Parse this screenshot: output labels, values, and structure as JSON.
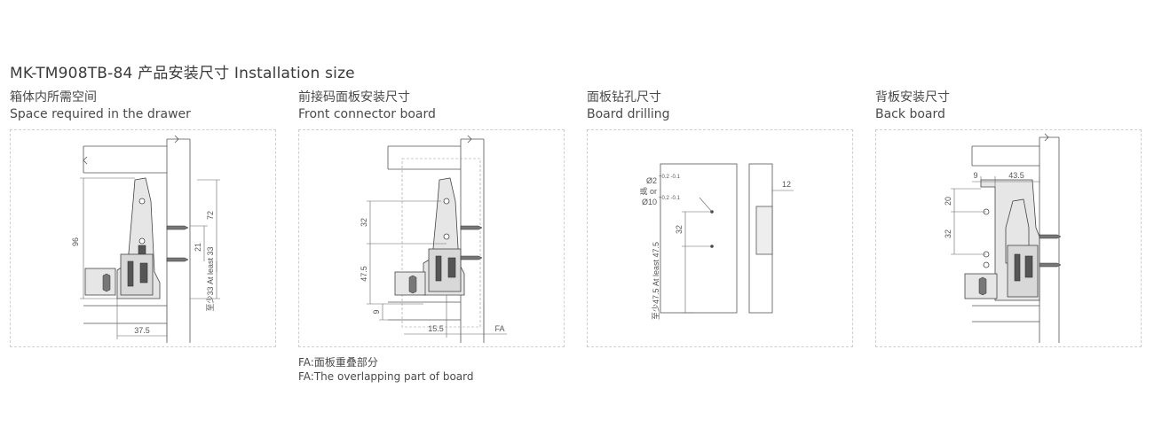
{
  "title": "MK-TM908TB-84 产品安装尺寸 Installation size",
  "sections": [
    {
      "cn": "箱体内所需空间",
      "en": "Space required in the drawer"
    },
    {
      "cn": "前接码面板安装尺寸",
      "en": "Front connector board"
    },
    {
      "cn": "面板钻孔尺寸",
      "en": "Board drilling"
    },
    {
      "cn": "背板安装尺寸",
      "en": "Back board"
    }
  ],
  "dims": {
    "p1": {
      "d96": "96",
      "d72": "72",
      "d21": "21",
      "d33": "至少33 At least 33",
      "d37": "37.5"
    },
    "p2": {
      "d32": "32",
      "d47": "47.5",
      "d9": "9",
      "d15": "15.5",
      "fa": "FA"
    },
    "p3": {
      "hole1a": "Ø2",
      "hole1tol": "+0.2 -0.1",
      "or": "或 or",
      "hole2": "Ø10",
      "hole2tol": "+0.2 -0.1",
      "d32": "32",
      "d47": "至少47.5 At least 47.5",
      "d12": "12"
    },
    "p4": {
      "d9": "9",
      "d43": "43.5",
      "d20": "20",
      "d32": "32"
    }
  },
  "notes": {
    "cn": "FA:面板重叠部分",
    "en": "FA:The overlapping part of board"
  }
}
